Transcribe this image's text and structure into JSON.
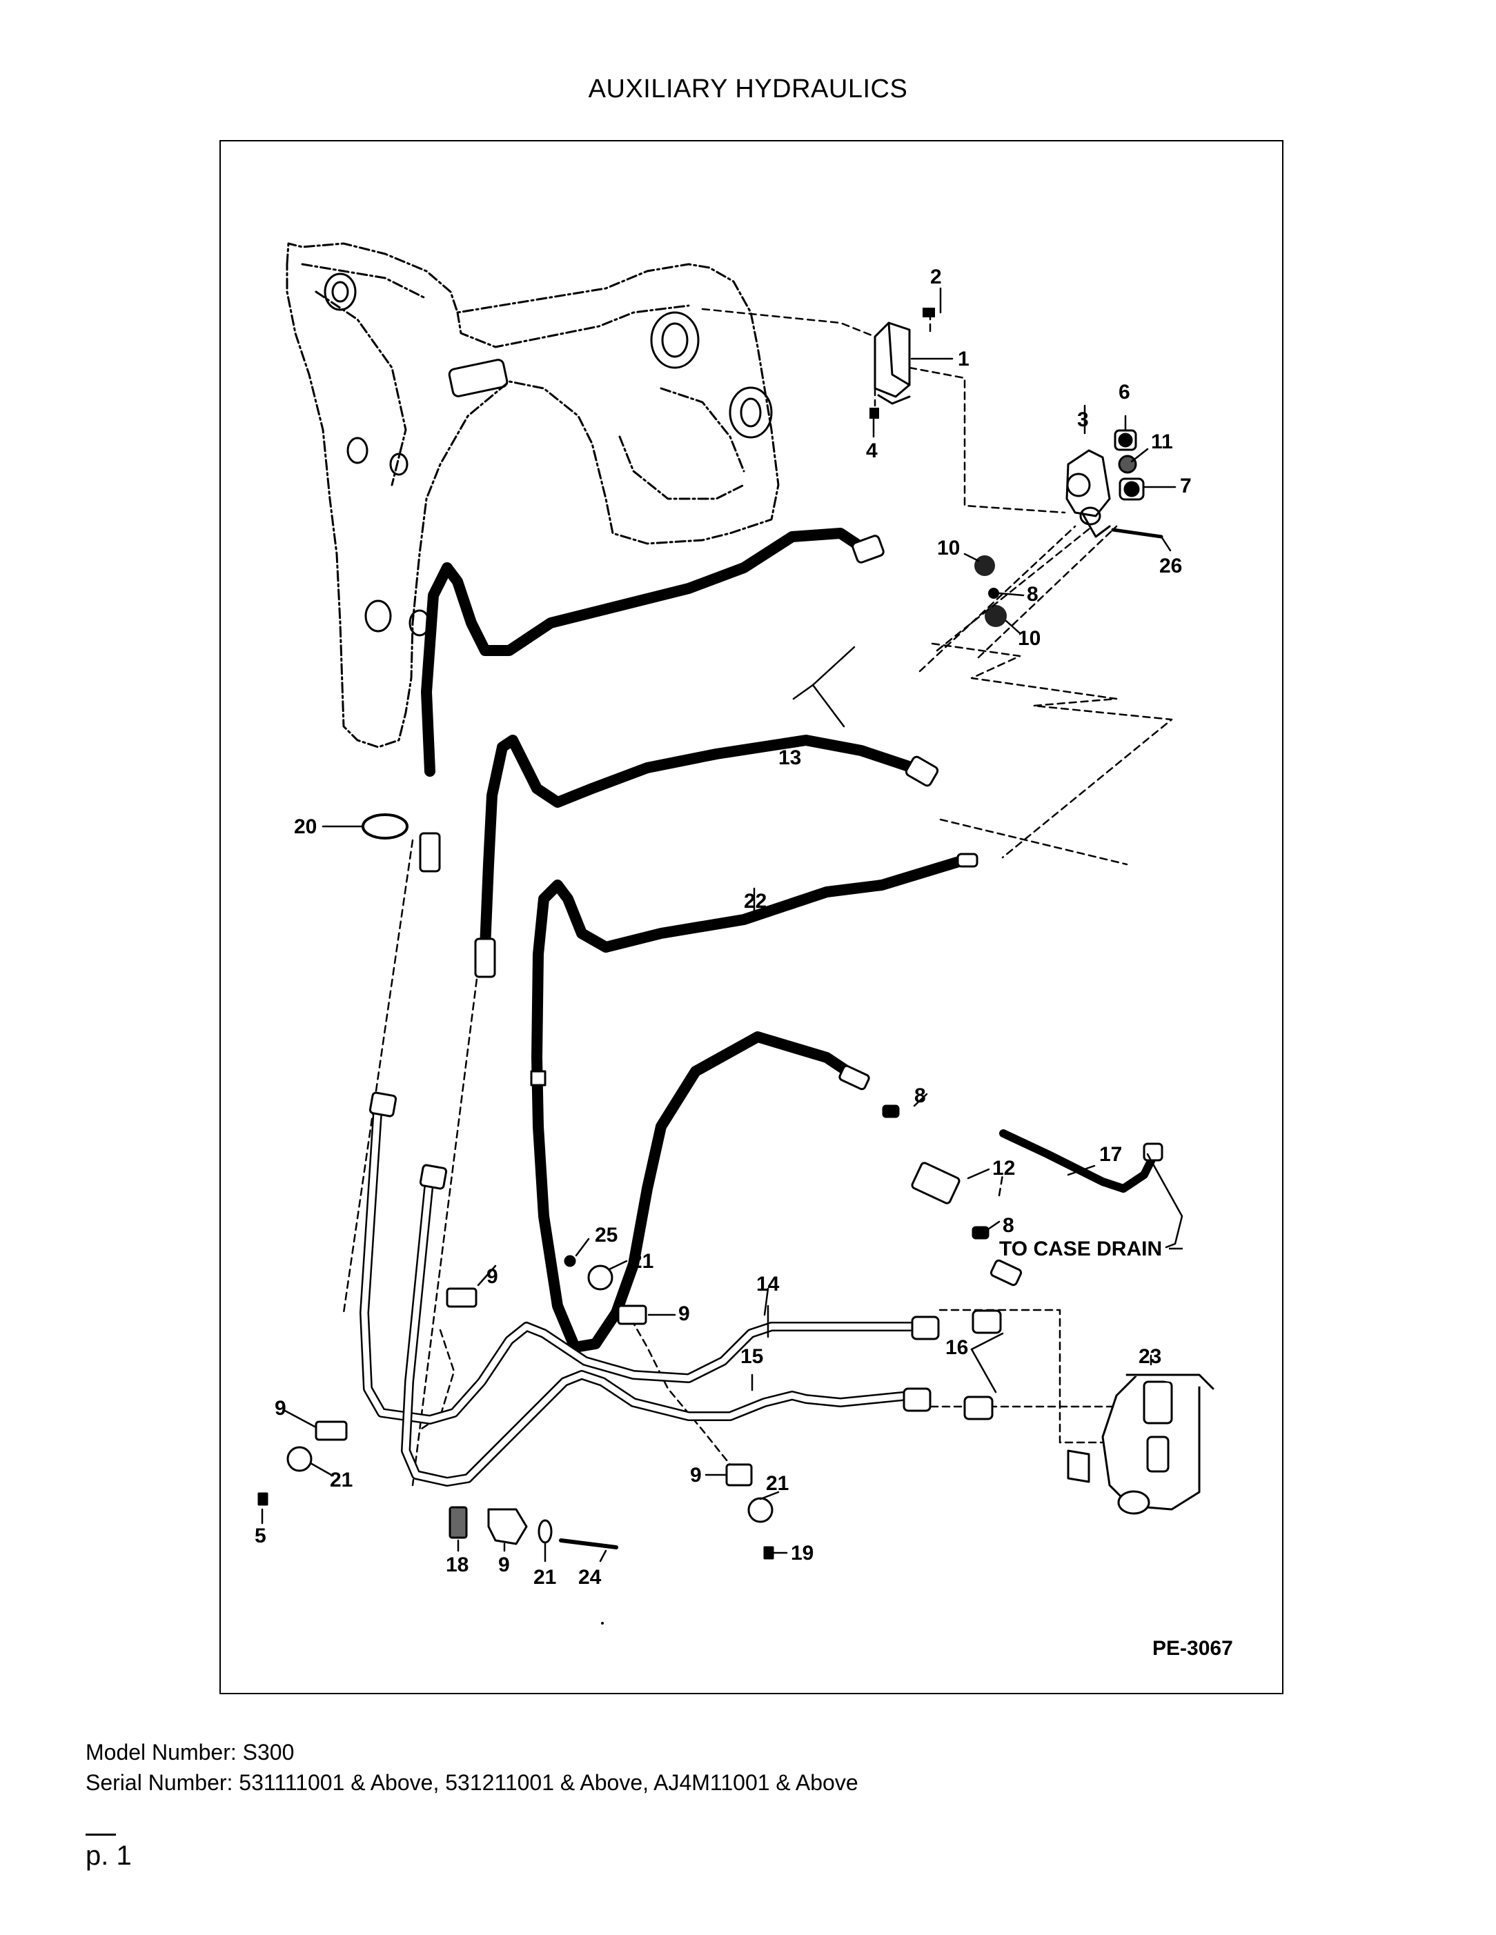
{
  "page": {
    "title": "AUXILIARY HYDRAULICS",
    "drawing_ref": "PE-3067",
    "case_drain_note": "TO CASE DRAIN",
    "model_line": "Model Number: S300",
    "serial_line": "Serial Number: 531111001 & Above, 531211001 & Above, AJ4M11001 & Above",
    "page_number": "p. 1"
  },
  "callouts": [
    "2",
    "1",
    "4",
    "6",
    "3",
    "11",
    "7",
    "10",
    "26",
    "8",
    "10",
    "13",
    "20",
    "22",
    "8",
    "12",
    "8",
    "17",
    "25",
    "21",
    "9",
    "14",
    "9",
    "16",
    "23",
    "15",
    "9",
    "21",
    "5",
    "9",
    "21",
    "19",
    "18",
    "9",
    "21",
    "24"
  ]
}
